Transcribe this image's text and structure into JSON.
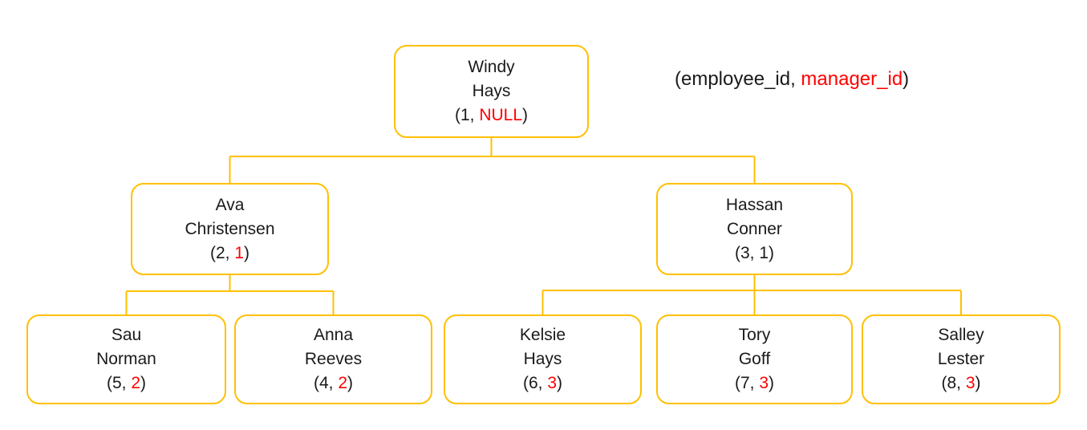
{
  "colors": {
    "accent": "#FFC000",
    "highlight": "#FF0000",
    "text": "#1A1A1A",
    "background": "#FFFFFF"
  },
  "legend": {
    "prefix": "(employee_id, ",
    "highlight": "manager_id",
    "suffix": ")"
  },
  "nodes": [
    {
      "name_line1": "Windy",
      "name_line2": "Hays",
      "employee_id": "1",
      "manager_id": "NULL",
      "pair_prefix": "(1, ",
      "pair_manager": "NULL",
      "pair_suffix": ")"
    },
    {
      "name_line1": "Ava",
      "name_line2": "Christensen",
      "employee_id": "2",
      "manager_id": "1",
      "pair_prefix": "(2, ",
      "pair_manager": "1",
      "pair_suffix": ")"
    },
    {
      "name_line1": "Hassan",
      "name_line2": "Conner",
      "employee_id": "3",
      "manager_id": "1",
      "pair_prefix": "(3, 1)",
      "pair_manager": "",
      "pair_suffix": ""
    },
    {
      "name_line1": "Sau",
      "name_line2": "Norman",
      "employee_id": "5",
      "manager_id": "2",
      "pair_prefix": "(5, ",
      "pair_manager": "2",
      "pair_suffix": ")"
    },
    {
      "name_line1": "Anna",
      "name_line2": "Reeves",
      "employee_id": "4",
      "manager_id": "2",
      "pair_prefix": "(4, ",
      "pair_manager": "2",
      "pair_suffix": ")"
    },
    {
      "name_line1": "Kelsie",
      "name_line2": "Hays",
      "employee_id": "6",
      "manager_id": "3",
      "pair_prefix": "(6, ",
      "pair_manager": "3",
      "pair_suffix": ")"
    },
    {
      "name_line1": "Tory",
      "name_line2": "Goff",
      "employee_id": "7",
      "manager_id": "3",
      "pair_prefix": "(7, ",
      "pair_manager": "3",
      "pair_suffix": ")"
    },
    {
      "name_line1": "Salley",
      "name_line2": "Lester",
      "employee_id": "8",
      "manager_id": "3",
      "pair_prefix": "(8, ",
      "pair_manager": "3",
      "pair_suffix": ")"
    }
  ],
  "edges": [
    [
      0,
      1
    ],
    [
      0,
      2
    ],
    [
      1,
      3
    ],
    [
      1,
      4
    ],
    [
      2,
      5
    ],
    [
      2,
      6
    ],
    [
      2,
      7
    ]
  ]
}
